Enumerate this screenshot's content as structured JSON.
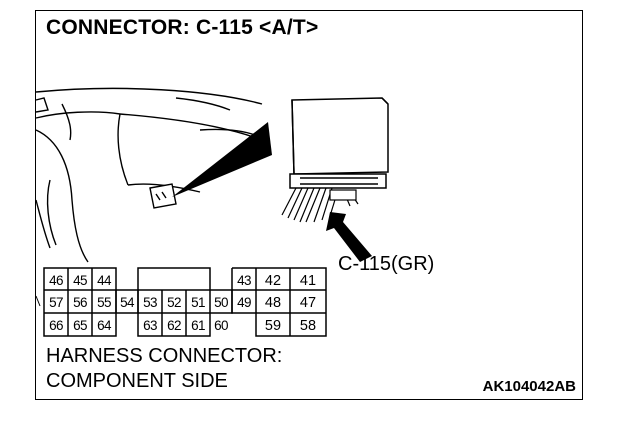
{
  "title": "CONNECTOR: C-115 <A/T>",
  "callout": "C-115(GR)",
  "caption": {
    "line1": "HARNESS CONNECTOR:",
    "line2": "COMPONENT SIDE"
  },
  "figure_code": "AK104042AB",
  "pins": {
    "p46": "46",
    "p45": "45",
    "p44": "44",
    "p43": "43",
    "p42": "42",
    "p41": "41",
    "p57": "57",
    "p56": "56",
    "p55": "55",
    "p54": "54",
    "p53": "53",
    "p52": "52",
    "p51": "51",
    "p50": "50",
    "p49": "49",
    "p48": "48",
    "p47": "47",
    "p66": "66",
    "p65": "65",
    "p64": "64",
    "p63": "63",
    "p62": "62",
    "p61": "61",
    "p60": "60",
    "p59": "59",
    "p58": "58"
  }
}
